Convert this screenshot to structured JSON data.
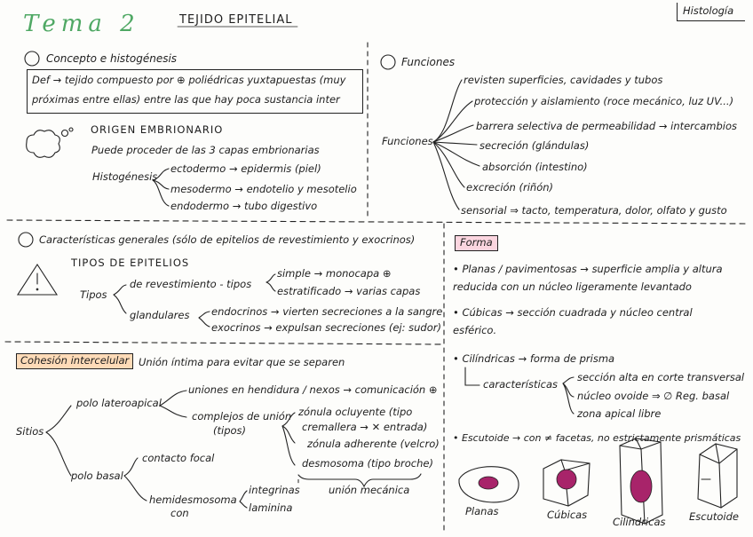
{
  "header": {
    "tema": "Tema 2",
    "title": "TEJIDO EPITELIAL",
    "tag": "Histología"
  },
  "concepto": {
    "heading": "Concepto e histogénesis",
    "def_line1": "Def → tejido compuesto por ⊕ poliédricas yuxtapuestas (muy",
    "def_line2": "próximas entre ellas) entre las que hay poca sustancia inter",
    "origen_title": "ORIGEN EMBRIONARIO",
    "origen_text": "Puede proceder de las 3 capas embrionarias",
    "histo_label": "Histogénesis",
    "items": [
      "ectodermo → epidermis (piel)",
      "mesodermo → endotelio y mesotelio",
      "endodermo → tubo digestivo"
    ]
  },
  "funciones": {
    "heading": "Funciones",
    "root": "Funciones",
    "items": [
      "revisten superficies, cavidades y tubos",
      "protección y aislamiento (roce mecánico, luz UV...)",
      "barrera selectiva de permeabilidad → intercambios",
      "secreción (glándulas)",
      "absorción (intestino)",
      "excreción (riñón)",
      "sensorial ⇒ tacto, temperatura, dolor, olfato y gusto"
    ]
  },
  "caracteristicas": {
    "heading": "Características generales (sólo de epitelios de revestimiento y exocrinos)",
    "tipos_title": "TIPOS DE EPITELIOS",
    "tipos_label": "Tipos",
    "revestimiento": "de revestimiento - tipos",
    "simple": "simple → monocapa ⊕",
    "estratificado": "estratificado → varias capas",
    "glandulares": "glandulares",
    "endocrinos": "endocrinos → vierten secreciones a la sangre",
    "exocrinos": "exocrinos → expulsan secreciones (ej: sudor)"
  },
  "cohesion": {
    "label": "Cohesión intercelular",
    "subtitle": "Unión íntima para evitar que se separen",
    "root": "Sitios",
    "polo_lat": "polo lateroapical",
    "uniones_hend": "uniones en hendidura / nexos → comunicación ⊕",
    "complejos": "complejos de unión",
    "tipos": "(tipos)",
    "zonula_oc": "zónula ocluyente (tipo",
    "cremallera": "cremallera → ✕ entrada)",
    "zonula_adh": "zónula adherente (velcro)",
    "desmosoma": "desmosoma (tipo broche)",
    "union_mec": "unión mecánica",
    "polo_basal": "polo basal",
    "contacto": "contacto focal",
    "hemides": "hemidesmosoma",
    "con": "con",
    "integrinas": "integrinas",
    "laminina": "laminina"
  },
  "forma": {
    "label": "Forma",
    "planas_1": "• Planas / pavimentosas → superficie amplia y altura",
    "planas_2": "reducida con un núcleo ligeramente levantado",
    "cubicas_1": "• Cúbicas → sección cuadrada y núcleo central",
    "cubicas_2": "esférico.",
    "cilindricas": "• Cilíndricas → forma de prisma",
    "caract": "características",
    "c1": "sección alta en corte transversal",
    "c2": "núcleo ovoide ⇒ ∅ Reg. basal",
    "c3": "zona apical libre",
    "escutoide": "• Escutoide → con ≠ facetas, no estrictamente prismáticas",
    "cap_planas": "Planas",
    "cap_cubicas": "Cúbicas",
    "cap_cilindricas": "Cilíndricas",
    "cap_escutoide": "Escutoide"
  },
  "colors": {
    "green": "#8fe09c",
    "orange": "#ffc48c",
    "pink": "#f7b4c8",
    "nucleus": "#a8246a"
  }
}
